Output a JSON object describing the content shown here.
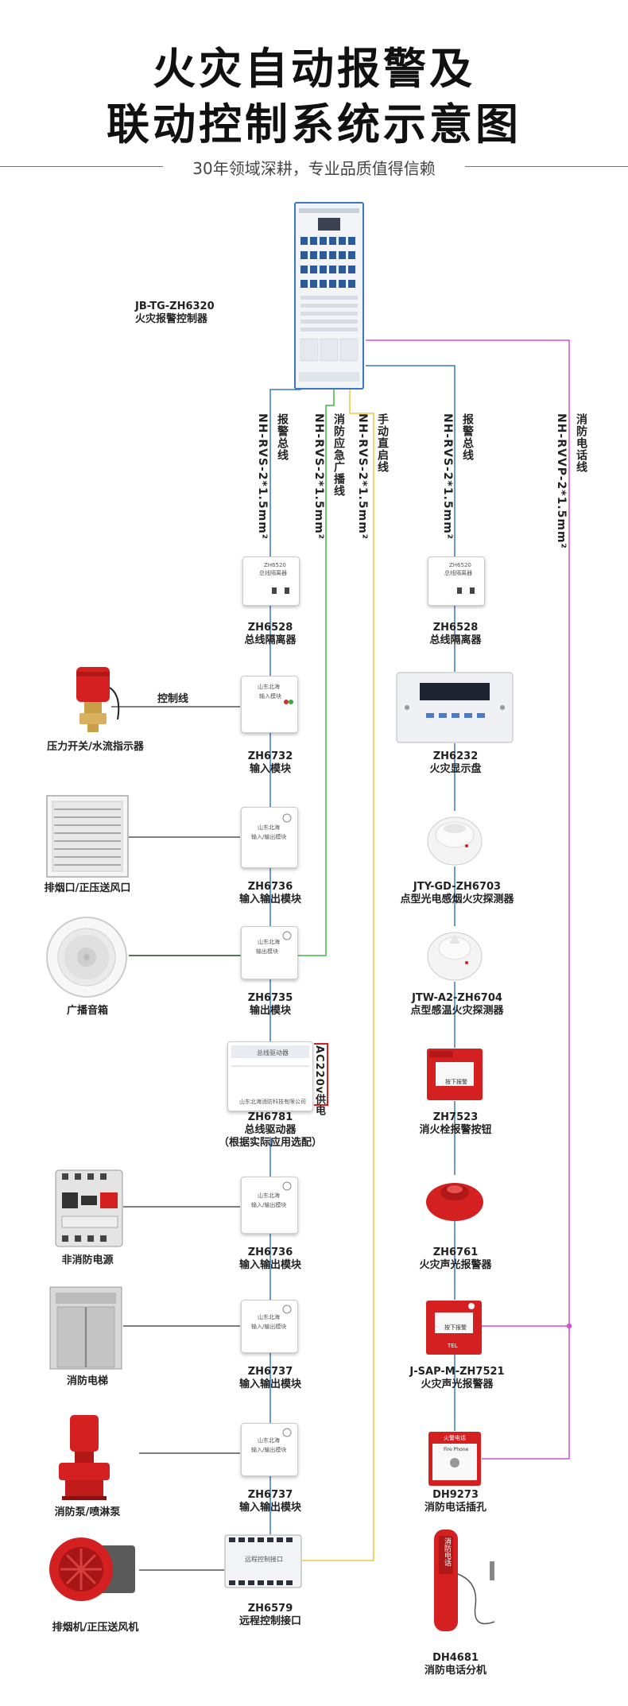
{
  "header": {
    "title_line1": "火灾自动报警及",
    "title_line2": "联动控制系统示意图",
    "subtitle": "30年领域深耕，专业品质值得信赖"
  },
  "controller": {
    "model": "JB-TG-ZH6320",
    "name": "火灾报警控制器"
  },
  "cables": {
    "bus_left": "NH-RVS-2*1.5mm²",
    "bus_left_name": "报警总线",
    "broadcast": "NH-RVS-2*1.5mm²",
    "broadcast_name": "消防应急广播线",
    "manual": "NH-RVS-2*1.5mm²",
    "manual_name": "手动直启线",
    "bus_right": "NH-RVS-2*1.5mm²",
    "bus_right_name": "报警总线",
    "phone": "NH-RVVP-2*1.5mm²",
    "phone_name": "消防电话线",
    "control_line": "控制线",
    "ac_power": "AC220v供电"
  },
  "center_devices": [
    {
      "model": "ZH6528",
      "name": "总线隔离器"
    },
    {
      "model": "ZH6732",
      "name": "输入模块"
    },
    {
      "model": "ZH6736",
      "name": "输入输出模块"
    },
    {
      "model": "ZH6735",
      "name": "输出模块"
    },
    {
      "model": "ZH6781",
      "name": "总线驱动器",
      "note": "（根据实际应用选配）"
    },
    {
      "model": "ZH6736",
      "name": "输入输出模块"
    },
    {
      "model": "ZH6737",
      "name": "输入输出模块"
    },
    {
      "model": "ZH6737",
      "name": "输入输出模块"
    },
    {
      "model": "ZH6579",
      "name": "远程控制接口"
    }
  ],
  "left_devices": [
    {
      "name": "压力开关/水流指示器"
    },
    {
      "name": "排烟口/正压送风口"
    },
    {
      "name": "广播音箱"
    },
    {
      "name": "非消防电源"
    },
    {
      "name": "消防电梯"
    },
    {
      "name": "消防泵/喷淋泵"
    },
    {
      "name": "排烟机/正压送风机"
    }
  ],
  "right_devices": [
    {
      "model": "ZH6528",
      "name": "总线隔离器"
    },
    {
      "model": "ZH6232",
      "name": "火灾显示盘"
    },
    {
      "model": "JTY-GD-ZH6703",
      "name": "点型光电感烟火灾探测器"
    },
    {
      "model": "JTW-A2-ZH6704",
      "name": "点型感温火灾探测器"
    },
    {
      "model": "ZH7523",
      "name": "消火栓报警按钮"
    },
    {
      "model": "ZH6761",
      "name": "火灾声光报警器"
    },
    {
      "model": "J-SAP-M-ZH7521",
      "name": "火灾声光报警器"
    },
    {
      "model": "DH9273",
      "name": "消防电话插孔"
    },
    {
      "model": "DH4681",
      "name": "消防电话分机"
    }
  ],
  "device_text": {
    "isolator": "ZH6520",
    "isolator_sub": "总线隔离器",
    "brand": "山东北海",
    "input_module": "输入模块",
    "io_module": "输入/输出模块",
    "out_module": "输出模块",
    "driver": "总线驱动器",
    "company": "山东北海消防科技有限公司",
    "remote": "远程控制接口",
    "phone_cn": "火警电话",
    "phone_en": "Fire Phone",
    "handset": "消防电话",
    "press": "按下报警",
    "tel": "TEL"
  },
  "colors": {
    "bus": "#3a78c4",
    "broadcast": "#3cb84a",
    "manual": "#e8c840",
    "phone": "#d94fd0",
    "wire": "#333333",
    "red_device": "#d42020"
  }
}
